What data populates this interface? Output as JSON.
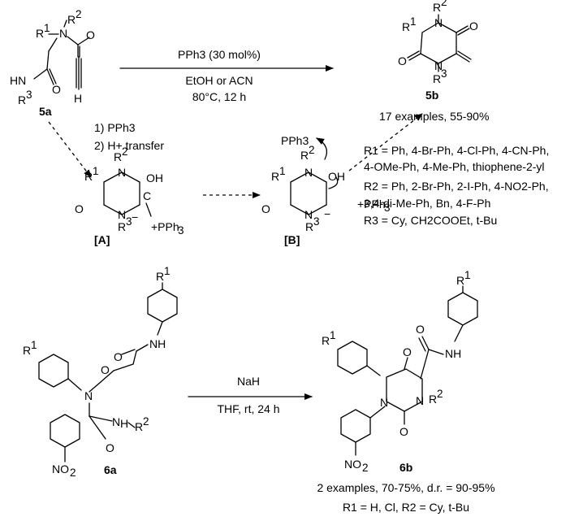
{
  "scheme_top": {
    "compound_start": "5a",
    "compound_product": "5b",
    "catalyst": "PPh3 (30 mol%)",
    "solvent": "EtOH or ACN",
    "conditions": "80°C, 12 h",
    "mech_step1": "1) PPh3",
    "mech_step2": "2) H+ transfer",
    "intermediate_a": "[A]",
    "intermediate_b": "[B]",
    "free_reagent": "PPh3",
    "scope_summary": "17 examples, 55-90%",
    "r1_line1": "R1 = Ph, 4-Br-Ph, 4-Cl-Ph, 4-CN-Ph,",
    "r1_line2": "4-OMe-Ph, 4-Me-Ph, thiophene-2-yl",
    "r2_line1": "R2 = Ph, 2-Br-Ph, 2-I-Ph, 4-NO2-Ph,",
    "r2_line2": "3,4-di-Me-Ph, Bn, 4-F-Ph",
    "r3_line": "R3 = Cy, CH2COOEt, t-Bu"
  },
  "scheme_bottom": {
    "compound_start": "6a",
    "compound_product": "6b",
    "reagent": "NaH",
    "conditions": "THF, rt, 24 h",
    "scope_summary": "2 examples, 70-75%, d.r. = 90-95%",
    "substituents": "R1 = H, Cl, R2 = Cy, t-Bu"
  }
}
